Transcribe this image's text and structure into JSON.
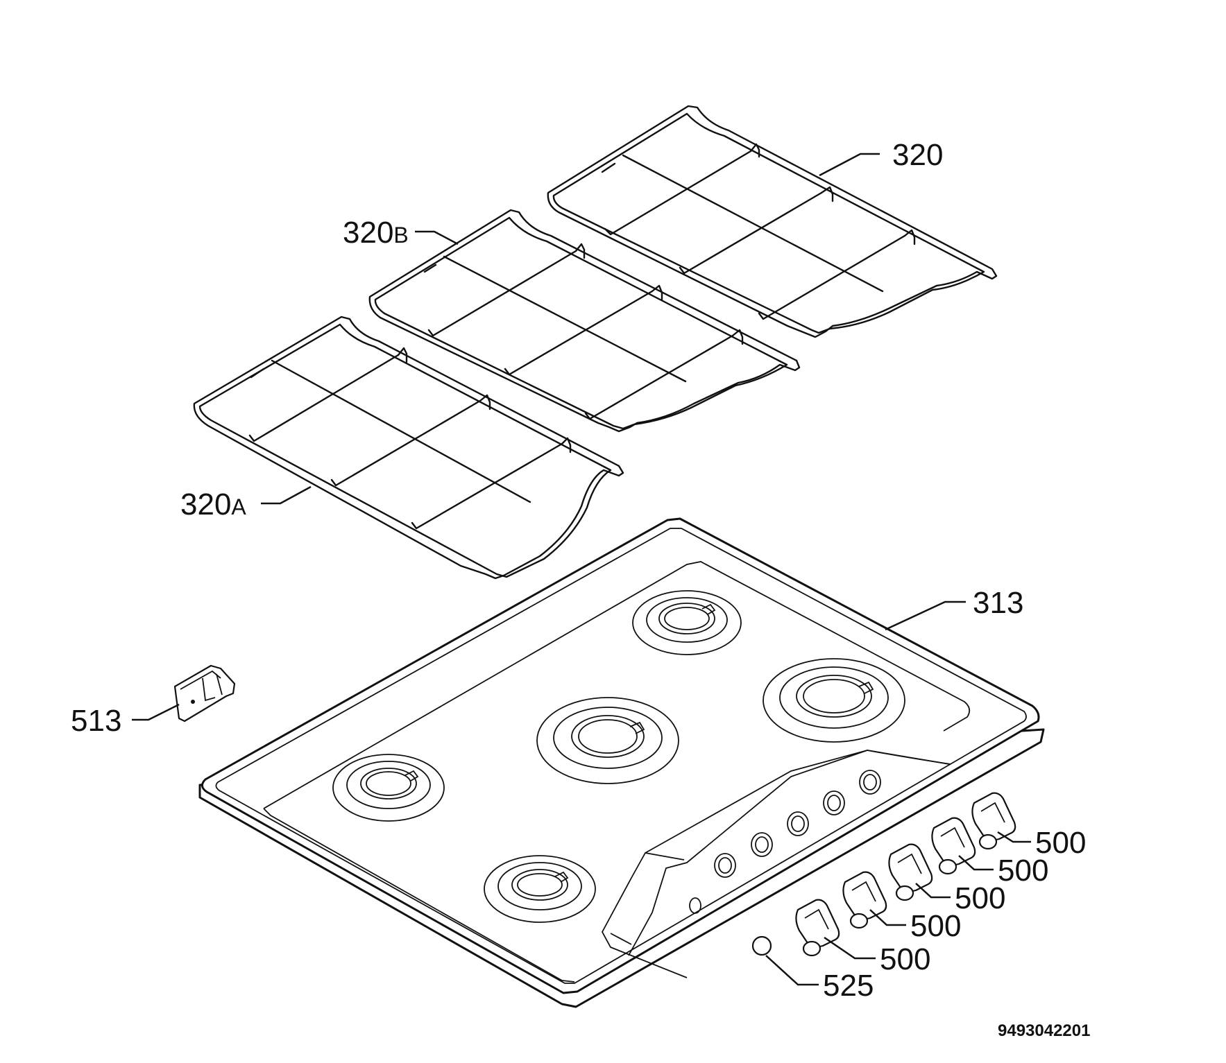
{
  "diagram": {
    "parts": [
      {
        "id": "pan-support-320",
        "label": "320"
      },
      {
        "id": "pan-support-320b",
        "label": "320",
        "suffix": "B"
      },
      {
        "id": "pan-support-320a",
        "label": "320",
        "suffix": "A"
      },
      {
        "id": "hob-top-313",
        "label": "313"
      },
      {
        "id": "clip-513",
        "label": "513"
      },
      {
        "id": "knob-1",
        "label": "500"
      },
      {
        "id": "knob-2",
        "label": "500"
      },
      {
        "id": "knob-3",
        "label": "500"
      },
      {
        "id": "knob-4",
        "label": "500"
      },
      {
        "id": "knob-5",
        "label": "500"
      },
      {
        "id": "button-525",
        "label": "525"
      }
    ],
    "drawing_code": "9493042201"
  }
}
